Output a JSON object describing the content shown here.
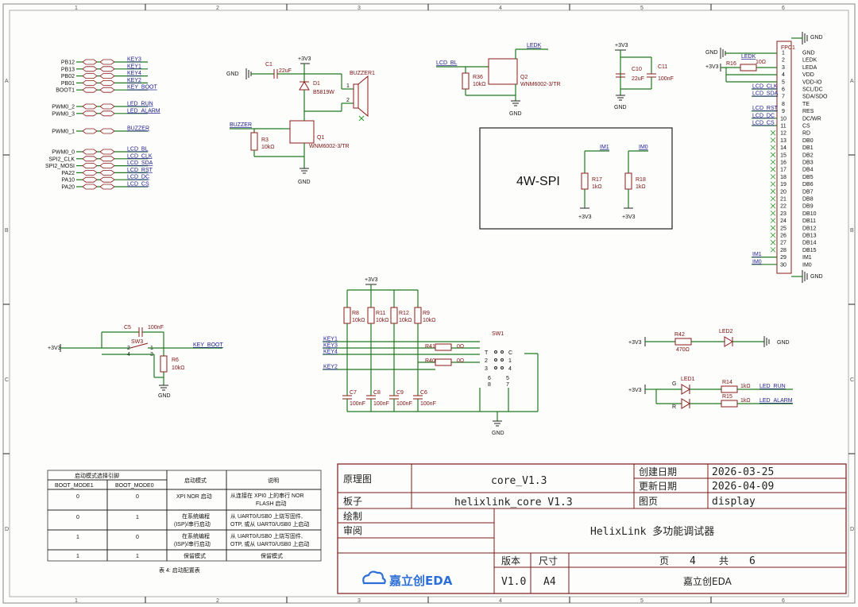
{
  "frame": {
    "cols": [
      "1",
      "2",
      "3",
      "4",
      "5",
      "6"
    ],
    "rows": [
      "A",
      "B",
      "C",
      "D"
    ]
  },
  "left_nets": {
    "group1": [
      {
        "pin": "PB12",
        "net": "KEY3"
      },
      {
        "pin": "PB13",
        "net": "KEY1"
      },
      {
        "pin": "PB02",
        "net": "KEY4"
      },
      {
        "pin": "PB01",
        "net": "KEY2"
      },
      {
        "pin": "BOOT1",
        "net": "KEY_BOOT"
      }
    ],
    "group2": [
      {
        "pin": "PWM0_2",
        "net": "LED_RUN"
      },
      {
        "pin": "PWM0_3",
        "net": "LED_ALARM"
      }
    ],
    "group3": [
      {
        "pin": "PWM0_1",
        "net": "BUZZER"
      }
    ],
    "group4": [
      {
        "pin": "PWM0_0",
        "net": "LCD_BL"
      },
      {
        "pin": "SPI2_CLK",
        "net": "LCD_CLK"
      },
      {
        "pin": "SPI2_MOSI",
        "net": "LCD_SDA"
      },
      {
        "pin": "PA22",
        "net": "LCD_RST"
      },
      {
        "pin": "PA10",
        "net": "LCD_DC"
      },
      {
        "pin": "PA20",
        "net": "LCD_CS"
      }
    ]
  },
  "buzzer": {
    "gnd": "GND",
    "vcc": "+3V3",
    "c1": "C1",
    "c1v": "22uF",
    "d1": "D1",
    "d1v": "B5819W",
    "bz": "BUZZER1",
    "net": "BUZZER",
    "r3": "R3",
    "r3v": "10kΩ",
    "q1": "Q1",
    "q1v": "WNM6002-3/TR",
    "gnd2": "GND",
    "pin1": "1",
    "pin2": "2"
  },
  "backlight": {
    "net_in": "LCD_BL",
    "net_out": "LEDK",
    "r36": "R36",
    "r36v": "10kΩ",
    "q2": "Q2",
    "q2v": "WNM6002-3/TR",
    "gnd": "GND"
  },
  "decoupling": {
    "vcc": "+3V3",
    "c10": "C10",
    "c10v": "22uF",
    "c11": "C11",
    "c11v": "100nF",
    "gnd": "GND"
  },
  "spi_box": {
    "title": "4W-SPI",
    "im1": "IM1",
    "im0": "IM0",
    "r17": "R17",
    "r17v": "1kΩ",
    "r18": "R18",
    "r18v": "1kΩ",
    "vcc1": "+3V3",
    "vcc2": "+3V3"
  },
  "fpc": {
    "ref": "FPC1",
    "gnd_top": "GND",
    "gnd_bot": "GND",
    "gnd_left": "GND",
    "vcc_left": "+3V3",
    "ledk": "LEDK",
    "r16": "R16",
    "r16v": "10Ω",
    "pins": [
      "GND",
      "LEDK",
      "LEDA",
      "VDD",
      "VDD-IO",
      "SCL/DC",
      "SDA/SDO",
      "TE",
      "RES",
      "DC/WR",
      "CS",
      "RD",
      "DB0",
      "DB1",
      "DB2",
      "DB3",
      "DB4",
      "DB5",
      "DB6",
      "DB7",
      "DB8",
      "DB9",
      "DB10",
      "DB11",
      "DB12",
      "DB13",
      "DB14",
      "DB15",
      "IM1",
      "IM0"
    ],
    "side_nets": [
      {
        "pin": 6,
        "net": "LCD_CLK"
      },
      {
        "pin": 7,
        "net": "LCD_SDA"
      },
      {
        "pin": 9,
        "net": "LCD_RST"
      },
      {
        "pin": 10,
        "net": "LCD_DC"
      },
      {
        "pin": 11,
        "net": "LCD_CS"
      },
      {
        "pin": 29,
        "net": "IM1"
      },
      {
        "pin": 30,
        "net": "IM0"
      }
    ]
  },
  "boot_key": {
    "vcc": "+3V3",
    "c5": "C5",
    "c5v": "100nF",
    "sw3": "SW3",
    "r6": "R6",
    "r6v": "10kΩ",
    "net": "KEY_BOOT",
    "gnd": "GND",
    "p1": "1",
    "p2": "2",
    "p3": "3",
    "p4": "4"
  },
  "keys": {
    "vcc": "+3V3",
    "res": [
      {
        "ref": "R8",
        "val": "10kΩ"
      },
      {
        "ref": "R11",
        "val": "10kΩ"
      },
      {
        "ref": "R12",
        "val": "10kΩ"
      },
      {
        "ref": "R9",
        "val": "10kΩ"
      }
    ],
    "nets": [
      "KEY1",
      "KEY3",
      "KEY4",
      "KEY2"
    ],
    "r41": "R41",
    "r41v": "0Ω",
    "r40": "R40",
    "r40v": "0Ω",
    "sw1": "SW1",
    "caps": [
      {
        "ref": "C7",
        "val": "100nF"
      },
      {
        "ref": "C8",
        "val": "100nF"
      },
      {
        "ref": "C9",
        "val": "100nF"
      },
      {
        "ref": "C6",
        "val": "100nF"
      }
    ],
    "gnd": "GND",
    "sw_pins": [
      "T",
      "2",
      "3",
      "C",
      "1",
      "4",
      "6",
      "8",
      "5",
      "7"
    ]
  },
  "leds": {
    "vcc1": "+3V3",
    "r42": "R42",
    "r42v": "470Ω",
    "led2": "LED2",
    "gnd": "GND",
    "vcc2": "+3V3",
    "led1": "LED1",
    "g": "G",
    "r": "R",
    "r14": "R14",
    "r14v": "1kΩ",
    "r15": "R15",
    "r15v": "1kΩ",
    "net_run": "LED_RUN",
    "net_alarm": "LED_ALARM"
  },
  "boot_table": {
    "header_group": "启动模式选择引脚",
    "col1": "BOOT_MODE1",
    "col2": "BOOT_MODE0",
    "col3": "启动模式",
    "col4": "说明",
    "rows": [
      {
        "m1": "0",
        "m0": "0",
        "mode": "XPI NOR 启动",
        "desc1": "从连接在 XPI0 上的串行 NOR",
        "desc2": "FLASH 启动"
      },
      {
        "m1": "0",
        "m0": "1",
        "mode": "在系统编程",
        "mode2": "(ISP)/串行启动",
        "desc1": "从 UART0/USB0 上烧写固件,",
        "desc2": "OTP, 或从 UART0/USB0 上启动"
      },
      {
        "m1": "1",
        "m0": "0",
        "mode": "在系统编程",
        "mode2": "(ISP)/串行启动",
        "desc1": "从 UART0/USB0 上烧写固件,",
        "desc2": "OTP, 或从 UART0/USB0 上启动"
      },
      {
        "m1": "1",
        "m0": "1",
        "mode": "保留模式",
        "desc1": "保留模式",
        "desc2": ""
      }
    ],
    "caption": "表 4: 启动配置表"
  },
  "title_block": {
    "schematic_label": "原理图",
    "schematic": "core_V1.3",
    "board_label": "板子",
    "board": "helixlink_core V1.3",
    "draw_label": "绘制",
    "review_label": "审阅",
    "created_label": "创建日期",
    "created": "2026-03-25",
    "updated_label": "更新日期",
    "updated": "2026-04-09",
    "page_label": "图页",
    "page_name": "display",
    "project": "HelixLink 多功能调试器",
    "version_label": "版本",
    "size_label": "尺寸",
    "page_word": "页",
    "page_num": "4",
    "total_word": "共",
    "total_num": "6",
    "version": "V1.0",
    "size": "A4",
    "brand": "嘉立创EDA",
    "brand_logo": "嘉立创EDA"
  }
}
